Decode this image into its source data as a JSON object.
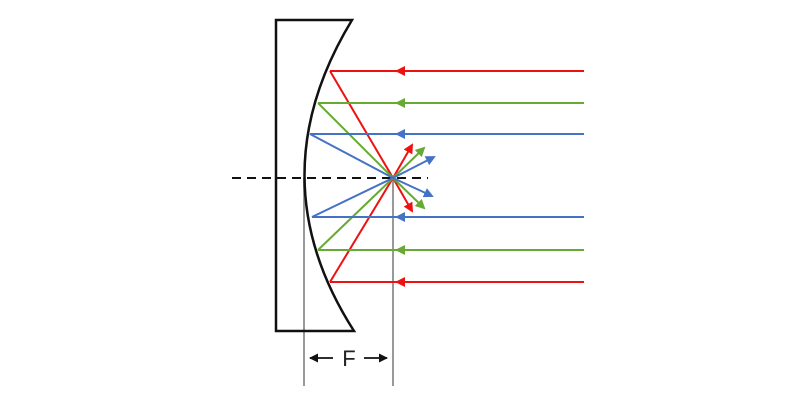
{
  "diagram": {
    "focal_label": "F",
    "colors": {
      "mirror": "#111111",
      "axis": "#111111",
      "guide": "#999999",
      "ray_outer": "#ee1111",
      "ray_middle": "#66aa33",
      "ray_inner": "#4472c4"
    },
    "ray_pairs": [
      {
        "name": "outer",
        "color_key": "ray_outer"
      },
      {
        "name": "middle",
        "color_key": "ray_middle"
      },
      {
        "name": "inner",
        "color_key": "ray_inner"
      }
    ]
  }
}
